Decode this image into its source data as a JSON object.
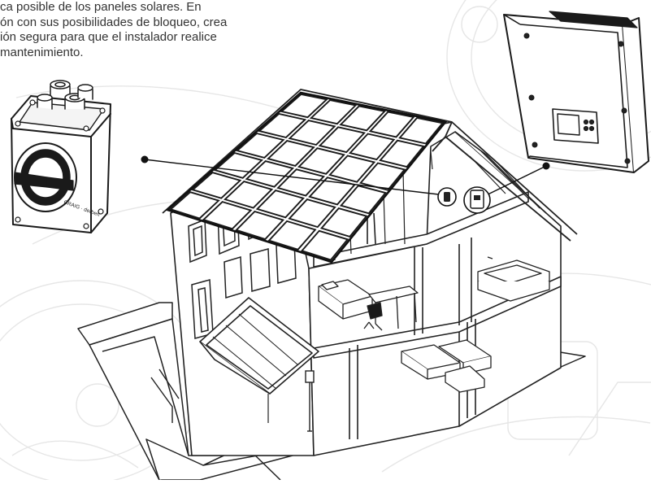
{
  "intro": {
    "lines": [
      "ca posible de los paneles solares. En",
      "ón con sus posibilidades de bloqueo, crea",
      "ión segura para que el instalador realice",
      " mantenimiento."
    ]
  },
  "switch_box": {
    "brand_label": "CRAIG · derben"
  },
  "colors": {
    "line": "#222222",
    "ghost": "#e4e4e4",
    "text": "#333333",
    "panel_fill": "#ffffff",
    "dark": "#1a1a1a",
    "connector": "#111111"
  },
  "icons": [
    "switch-box-icon",
    "inverter-icon",
    "house-icon",
    "knob-icon",
    "display-icon"
  ]
}
